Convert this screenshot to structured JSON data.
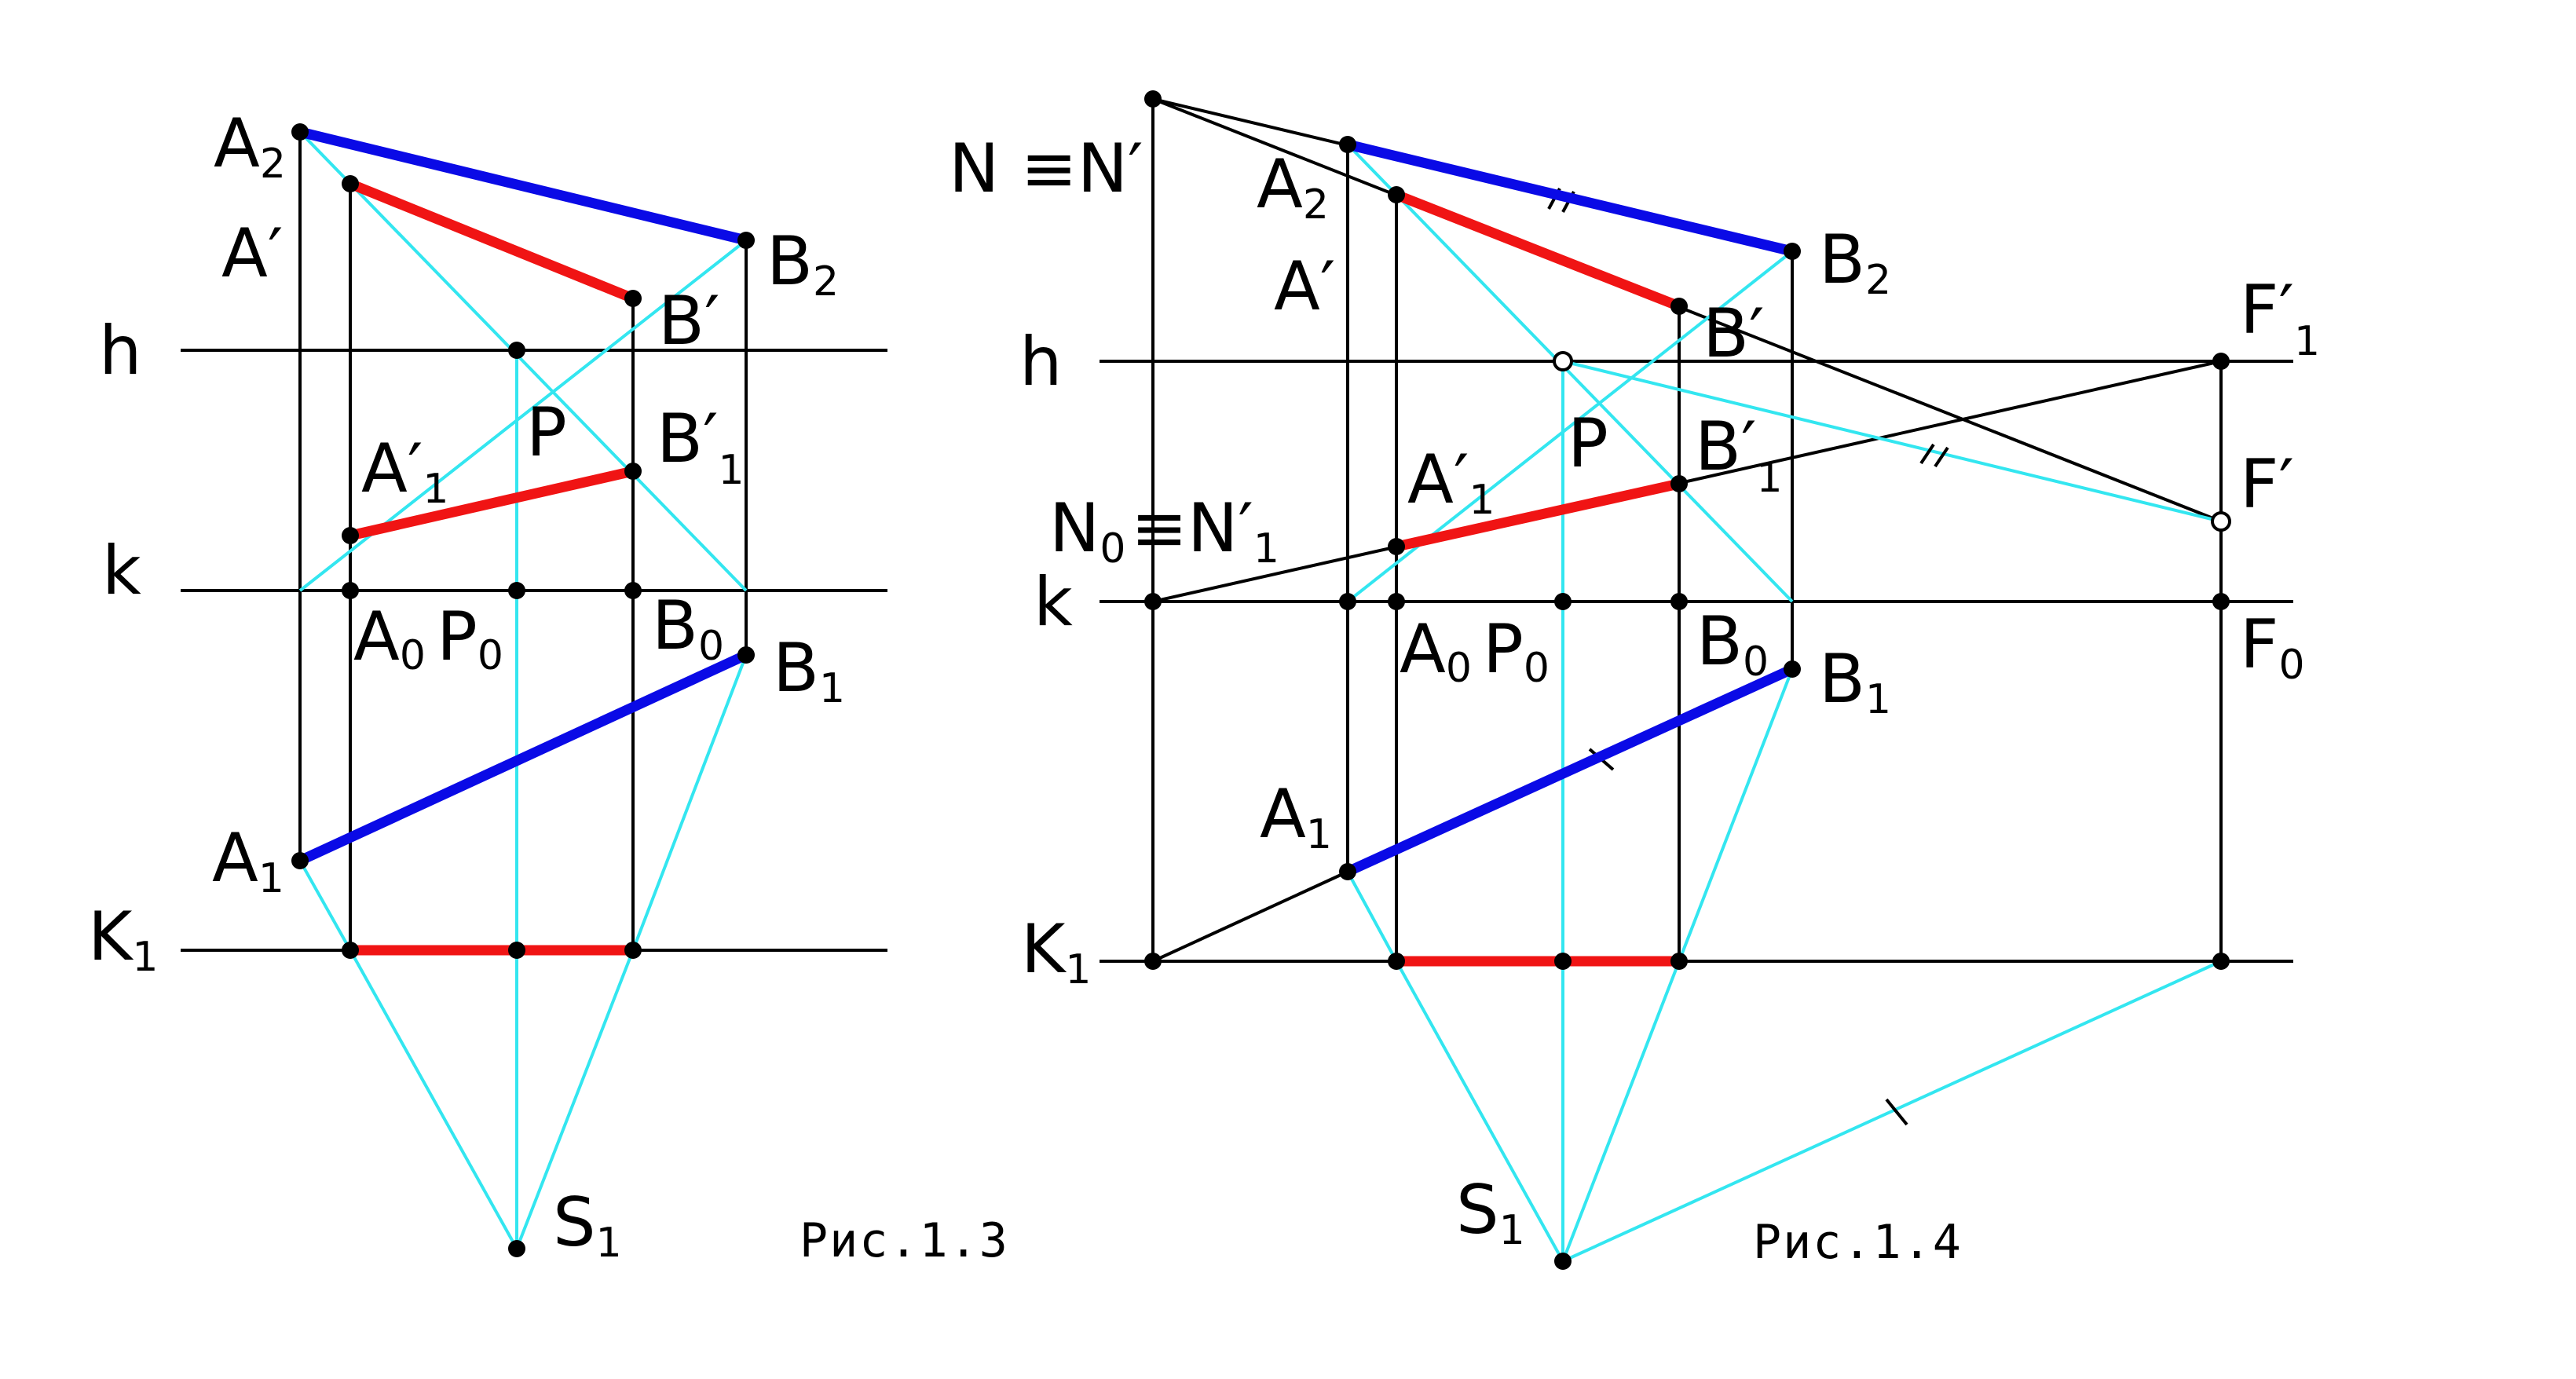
{
  "figures": [
    {
      "caption": "Рис.1.3",
      "labels": {
        "A2": {
          "main": "A",
          "sub": "2"
        },
        "A_prime": {
          "main": "A′",
          "sub": ""
        },
        "B2": {
          "main": "B",
          "sub": "2"
        },
        "B_prime": {
          "main": "B′",
          "sub": ""
        },
        "h": {
          "main": "h",
          "sub": ""
        },
        "P": {
          "main": "P",
          "sub": ""
        },
        "A1_prime": {
          "main": "A′",
          "sub": "1"
        },
        "B1_prime": {
          "main": "B′",
          "sub": "1"
        },
        "k": {
          "main": "k",
          "sub": ""
        },
        "A0": {
          "main": "A",
          "sub": "0"
        },
        "P0": {
          "main": "P",
          "sub": "0"
        },
        "B0": {
          "main": "B",
          "sub": "0"
        },
        "B1": {
          "main": "B",
          "sub": "1"
        },
        "A1": {
          "main": "A",
          "sub": "1"
        },
        "K1": {
          "main": "K",
          "sub": "1"
        },
        "S1": {
          "main": "S",
          "sub": "1"
        }
      }
    },
    {
      "caption": "Рис.1.4",
      "labels": {
        "N": {
          "main": "N ≡N′",
          "sub": ""
        },
        "A2": {
          "main": "A",
          "sub": "2"
        },
        "A_prime": {
          "main": "A′",
          "sub": ""
        },
        "B2": {
          "main": "B",
          "sub": "2"
        },
        "B_prime": {
          "main": "B′",
          "sub": ""
        },
        "F1_prime": {
          "main": "F′",
          "sub": "1"
        },
        "h": {
          "main": "h",
          "sub": ""
        },
        "P": {
          "main": "P",
          "sub": ""
        },
        "B1_prime": {
          "main": "B′",
          "sub": "1"
        },
        "F_prime": {
          "main": "F′",
          "sub": ""
        },
        "N0": {
          "main": "N",
          "sub": "0"
        },
        "N0_eq": {
          "main": "≡N′",
          "sub": "1"
        },
        "A1_prime": {
          "main": "A′",
          "sub": "1"
        },
        "k": {
          "main": "k",
          "sub": ""
        },
        "A0": {
          "main": "A",
          "sub": "0"
        },
        "P0": {
          "main": "P",
          "sub": "0"
        },
        "B0": {
          "main": "B",
          "sub": "0"
        },
        "B1": {
          "main": "B",
          "sub": "1"
        },
        "F0": {
          "main": "F",
          "sub": "0"
        },
        "A1": {
          "main": "A",
          "sub": "1"
        },
        "K1": {
          "main": "K",
          "sub": "1"
        },
        "S1": {
          "main": "S",
          "sub": "1"
        }
      }
    }
  ],
  "colors": {
    "construction": "#000000",
    "auxiliary": "#33e6f0",
    "segment_blue": "#0a0ae6",
    "segment_red": "#f01414",
    "point": "#000000"
  }
}
